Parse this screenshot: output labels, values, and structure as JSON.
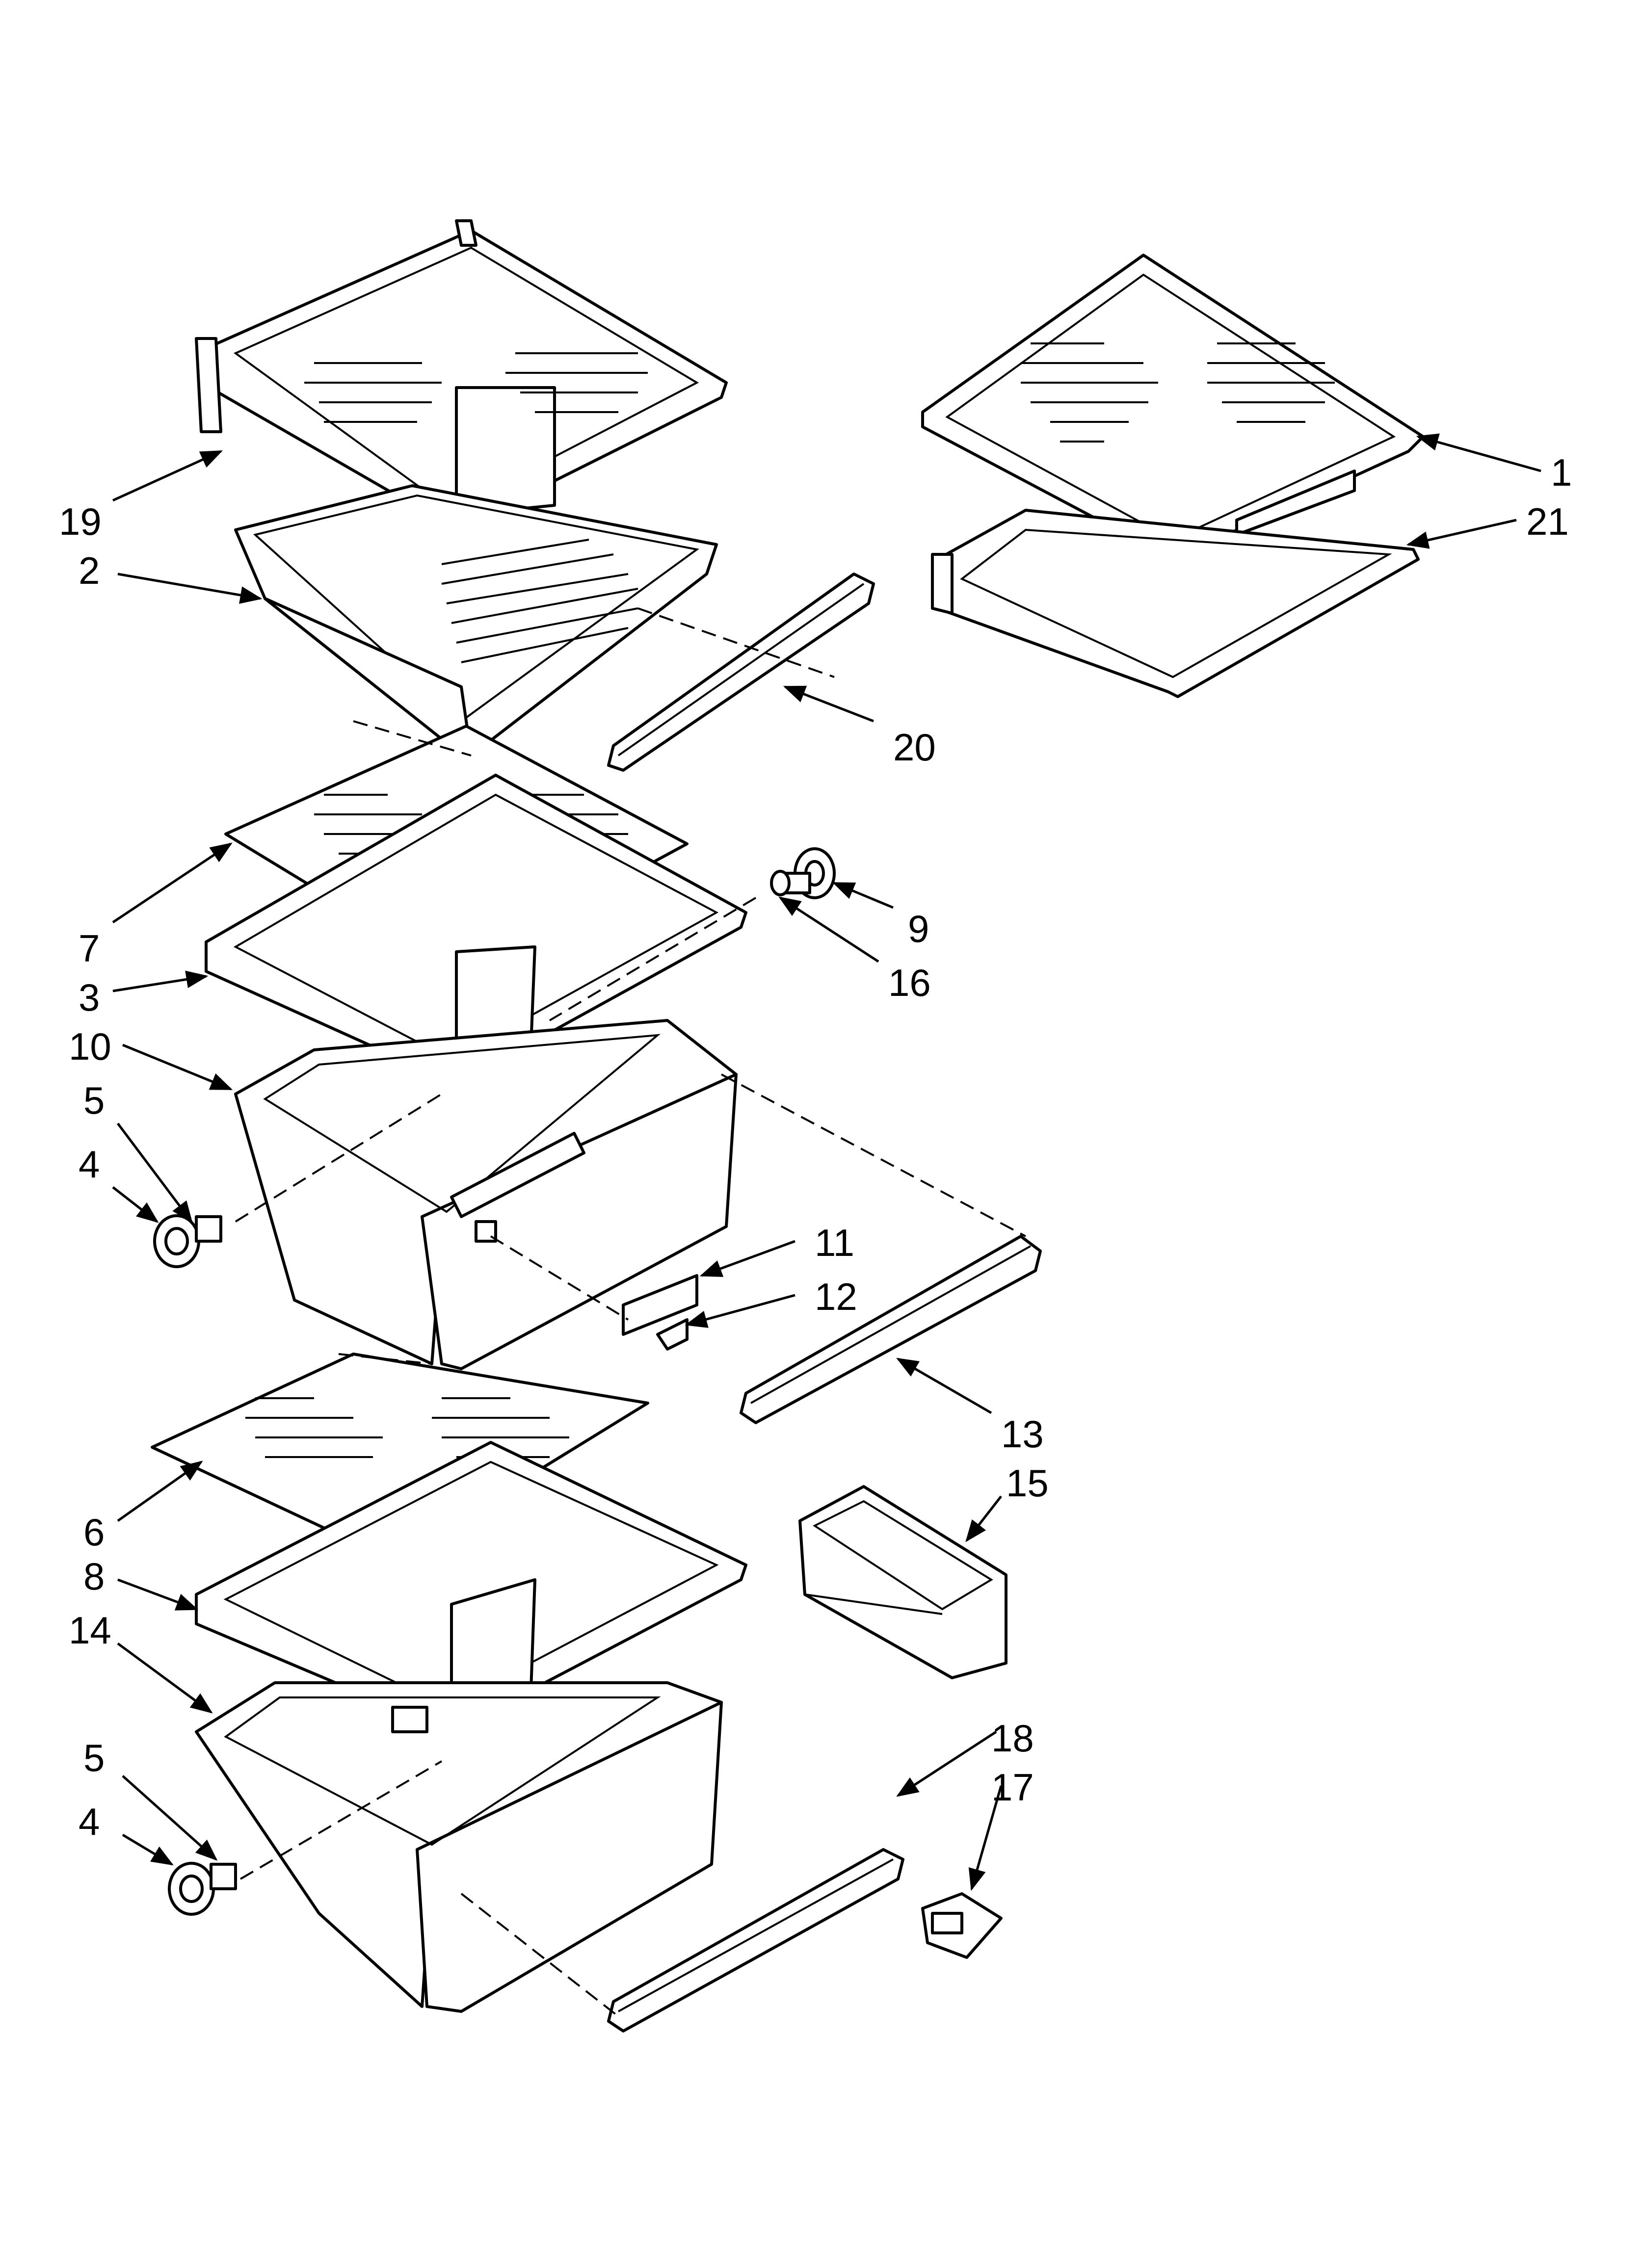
{
  "diagram": {
    "callouts": [
      {
        "id": "c1",
        "label": "1"
      },
      {
        "id": "c21",
        "label": "21"
      },
      {
        "id": "c19",
        "label": "19"
      },
      {
        "id": "c2",
        "label": "2"
      },
      {
        "id": "c20",
        "label": "20"
      },
      {
        "id": "c7",
        "label": "7"
      },
      {
        "id": "c9",
        "label": "9"
      },
      {
        "id": "c16",
        "label": "16"
      },
      {
        "id": "c3",
        "label": "3"
      },
      {
        "id": "c10",
        "label": "10"
      },
      {
        "id": "c5a",
        "label": "5"
      },
      {
        "id": "c4a",
        "label": "4"
      },
      {
        "id": "c11",
        "label": "11"
      },
      {
        "id": "c12",
        "label": "12"
      },
      {
        "id": "c13",
        "label": "13"
      },
      {
        "id": "c6",
        "label": "6"
      },
      {
        "id": "c15",
        "label": "15"
      },
      {
        "id": "c8",
        "label": "8"
      },
      {
        "id": "c14",
        "label": "14"
      },
      {
        "id": "c18",
        "label": "18"
      },
      {
        "id": "c17",
        "label": "17"
      },
      {
        "id": "c5b",
        "label": "5"
      },
      {
        "id": "c4b",
        "label": "4"
      }
    ]
  }
}
